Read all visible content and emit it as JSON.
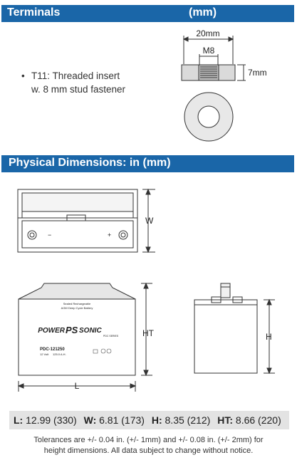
{
  "terminals_header": {
    "title": "Terminals",
    "unit": "(mm)"
  },
  "terminal": {
    "bullet": "•",
    "line1": "T11: Threaded insert",
    "line2": "w. 8 mm stud fastener",
    "dim_outer": "20mm",
    "dim_inner": "M8",
    "dim_height": "7mm"
  },
  "physical_header": {
    "title": "Physical Dimensions: in (mm)"
  },
  "drawing_labels": {
    "w": "W",
    "ht": "HT",
    "l": "L",
    "h": "H"
  },
  "battery_label": {
    "line1": "Sealed Rechargeable",
    "line2": "AGM Deep Cycle Battery",
    "brand_left": "POWER",
    "brand_mid": "PS",
    "brand_right": "SONIC",
    "series": "PDC SERIES",
    "model": "PDC-121250",
    "volt": "12 Volt",
    "amp": "125.0 A.H."
  },
  "dimensions": [
    {
      "key": "L:",
      "value": "12.99 (330)"
    },
    {
      "key": "W:",
      "value": "6.81 (173)"
    },
    {
      "key": "H:",
      "value": "8.35 (212)"
    },
    {
      "key": "HT:",
      "value": "8.66 (220)"
    }
  ],
  "tolerance": {
    "line1": "Tolerances are +/- 0.04 in. (+/- 1mm) and +/- 0.08 in. (+/- 2mm) for",
    "line2": "height dimensions. All data subject to change without notice."
  },
  "colors": {
    "header_bar": "#1a66a8",
    "dims_bar": "#e3e3e3"
  }
}
